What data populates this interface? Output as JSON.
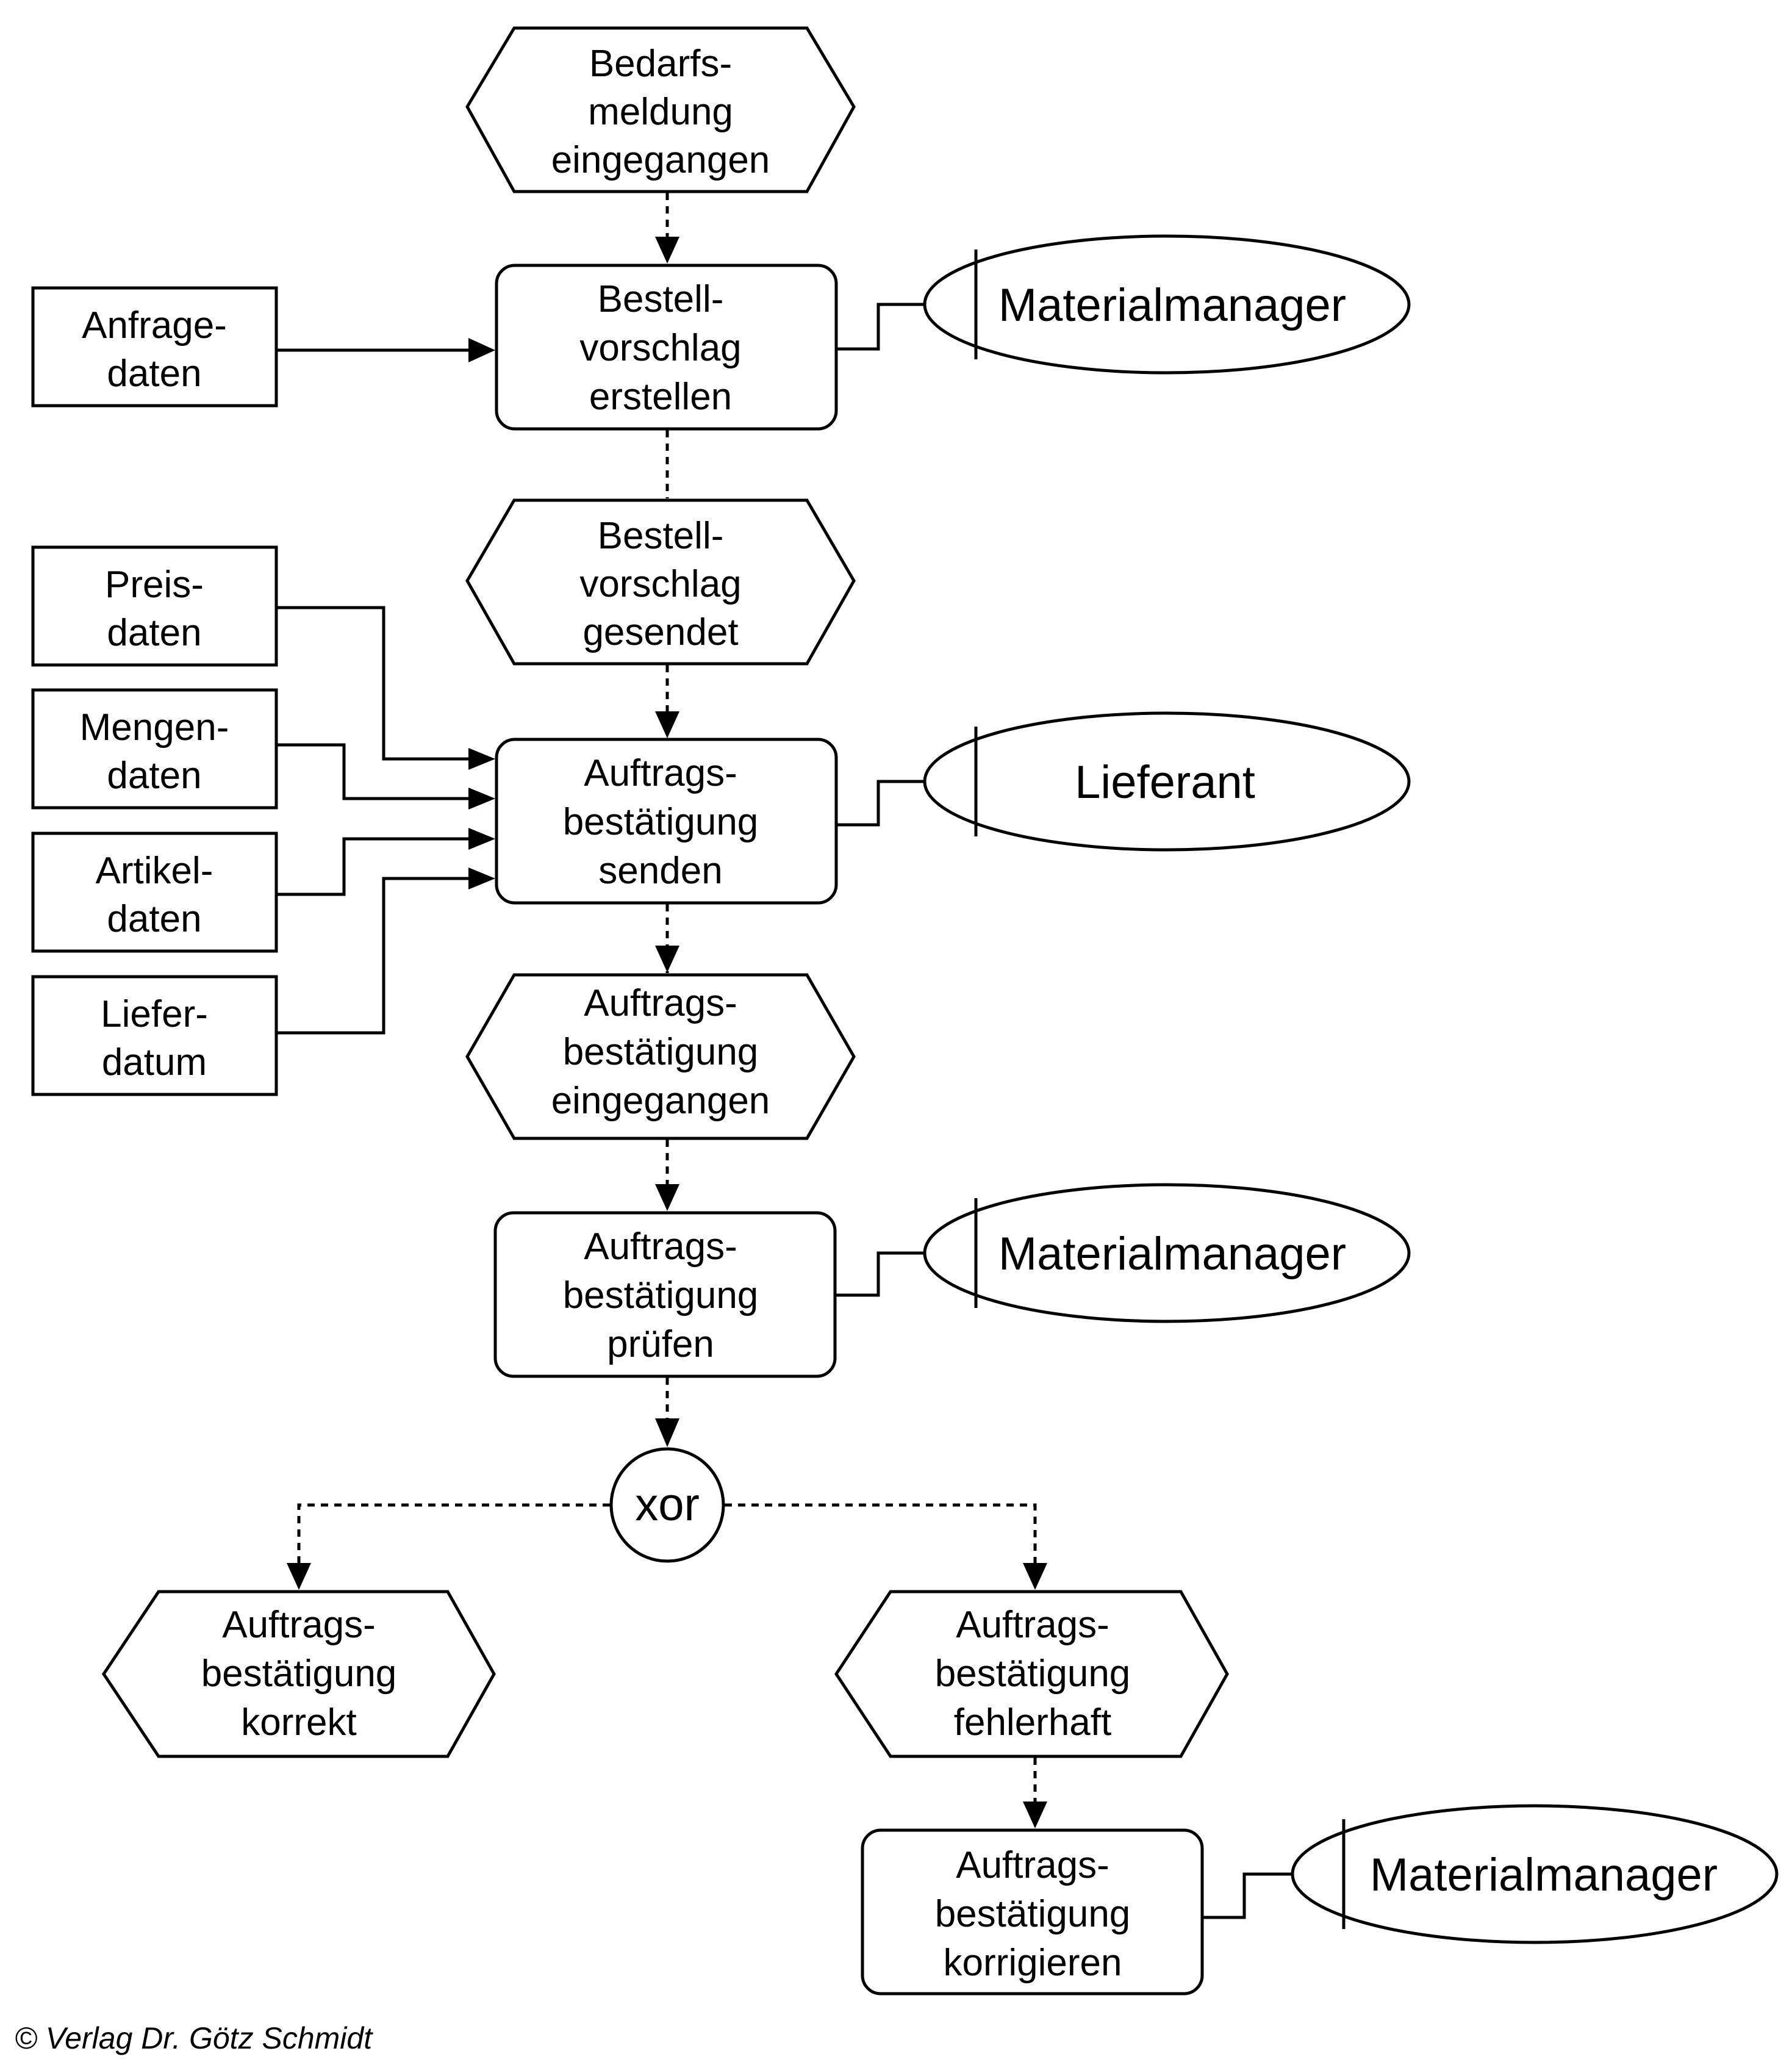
{
  "events": {
    "bedarfsmeldung": [
      "Bedarfs-",
      "meldung",
      "eingegangen"
    ],
    "bestellvorschlag_gesendet": [
      "Bestell-",
      "vorschlag",
      "gesendet"
    ],
    "auftragsbestaetigung_eingegangen": [
      "Auftrags-",
      "bestätigung",
      "eingegangen"
    ],
    "auftragsbestaetigung_korrekt": [
      "Auftrags-",
      "bestätigung",
      "korrekt"
    ],
    "auftragsbestaetigung_fehlerhaft": [
      "Auftrags-",
      "bestätigung",
      "fehlerhaft"
    ]
  },
  "functions": {
    "bestellvorschlag_erstellen": [
      "Bestell-",
      "vorschlag",
      "erstellen"
    ],
    "auftragsbestaetigung_senden": [
      "Auftrags-",
      "bestätigung",
      "senden"
    ],
    "auftragsbestaetigung_pruefen": [
      "Auftrags-",
      "bestätigung",
      "prüfen"
    ],
    "auftragsbestaetigung_korrigieren": [
      "Auftrags-",
      "bestätigung",
      "korrigieren"
    ]
  },
  "data_objects": {
    "anfragedaten": [
      "Anfrage-",
      "daten"
    ],
    "preisdaten": [
      "Preis-",
      "daten"
    ],
    "mengendaten": [
      "Mengen-",
      "daten"
    ],
    "artikeldaten": [
      "Artikel-",
      "daten"
    ],
    "lieferdatum": [
      "Liefer-",
      "datum"
    ]
  },
  "roles": {
    "materialmanager_1": "Materialmanager",
    "lieferant": "Lieferant",
    "materialmanager_2": "Materialmanager",
    "materialmanager_3": "Materialmanager"
  },
  "connector": {
    "xor": "xor"
  },
  "footer": {
    "copyright": "© Verlag Dr. Götz Schmidt"
  }
}
